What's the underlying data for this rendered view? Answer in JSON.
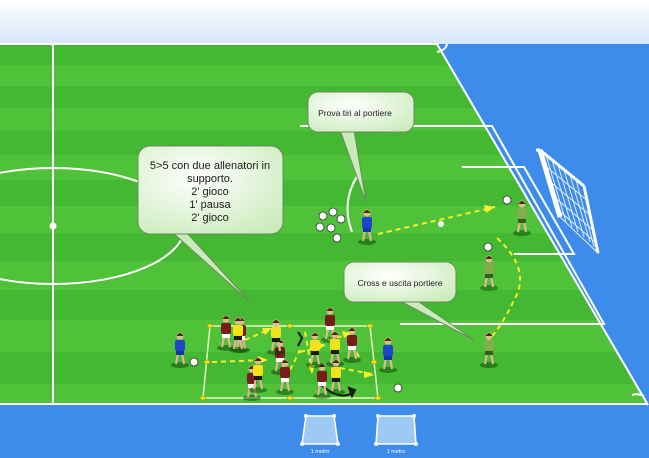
{
  "callouts": {
    "main": {
      "line1": "5>5 con due allenatori in",
      "line2": "supporto.",
      "line3": "2' gioco",
      "line4": "1' pausa",
      "line5": "2' gioco"
    },
    "shot": "Prova tiri al portiere",
    "cross": "Cross e uscita portiere"
  },
  "legend": {
    "item1": "1 metro",
    "item2": "1 metro"
  },
  "colors": {
    "pitch_light": "#4fc23a",
    "pitch_dark": "#39a92a",
    "sky": "#3d8bea",
    "team_red": "#7a1c1c",
    "team_yellow": "#f2e21a",
    "team_blue": "#1f45c8",
    "goalkeeper": "#7fae4a",
    "arrow": "#f7ef2a"
  }
}
